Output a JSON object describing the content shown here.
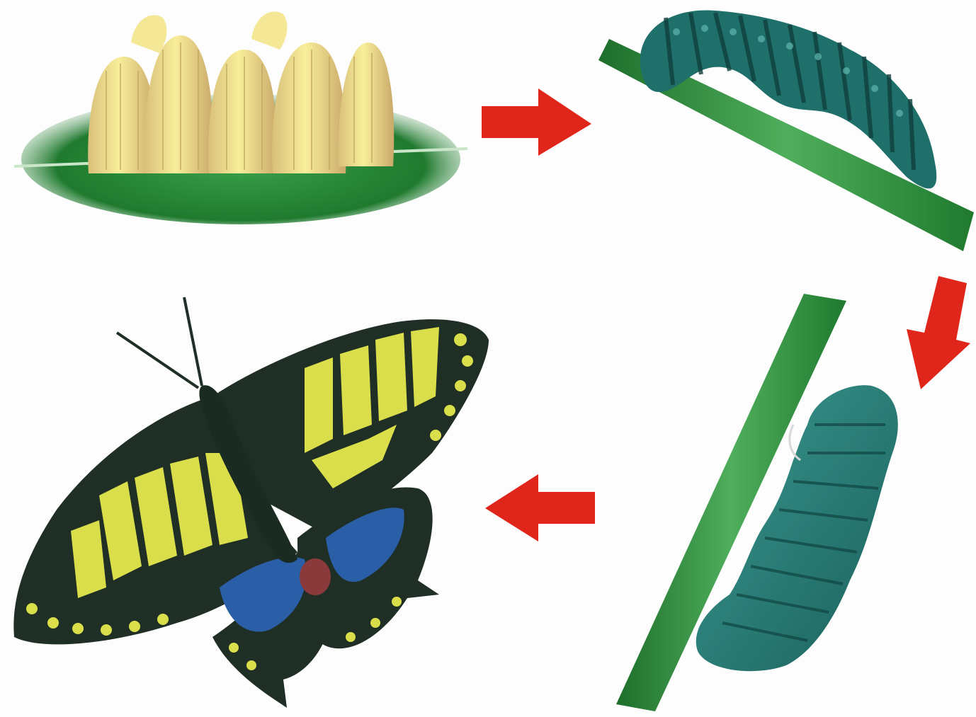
{
  "diagram": {
    "type": "life-cycle",
    "stages": [
      {
        "id": "egg",
        "icon": "egg-cluster-icon"
      },
      {
        "id": "larva",
        "icon": "caterpillar-icon"
      },
      {
        "id": "pupa",
        "icon": "chrysalis-icon"
      },
      {
        "id": "adult",
        "icon": "swallowtail-butterfly-icon"
      }
    ],
    "flow": [
      "egg",
      "larva",
      "pupa",
      "adult"
    ],
    "colors": {
      "arrow": "#e0261b",
      "leaf": "#2f8f3a",
      "egg": "#f3e58a",
      "caterpillar": "#1f6f6a",
      "chrysalis": "#2c7f7a",
      "wing_dark": "#1f2f26",
      "wing_yellow": "#d9de4a",
      "wing_blue": "#2a5fa8"
    }
  }
}
